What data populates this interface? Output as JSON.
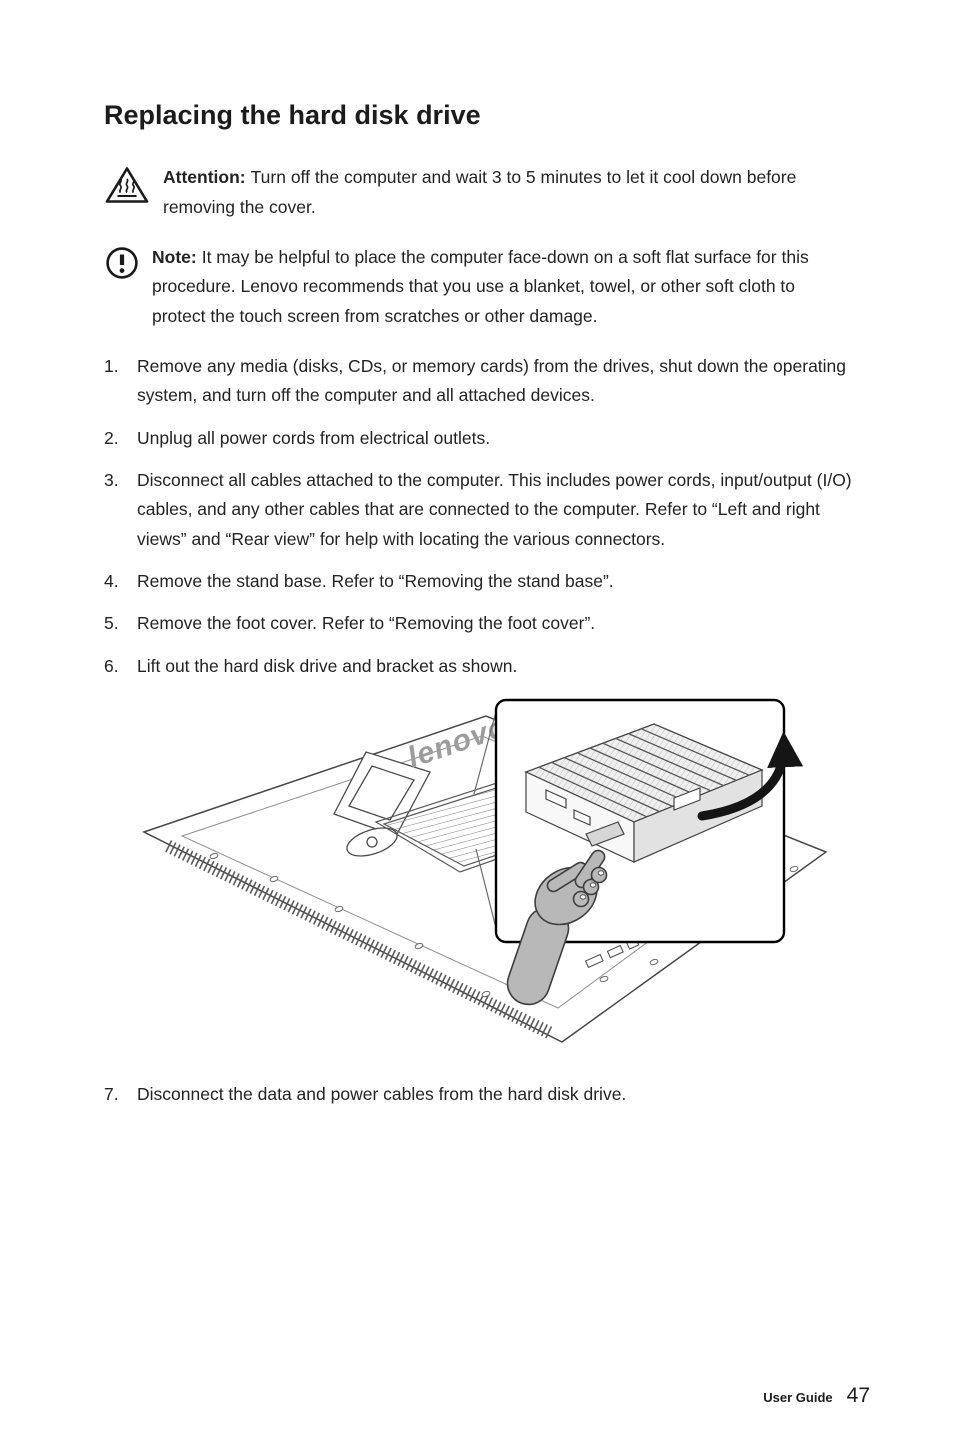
{
  "page": {
    "title": "Replacing the hard disk drive",
    "attention": {
      "label": "Attention:",
      "text": "Turn off the computer and wait 3 to 5 minutes to let it cool down before removing the cover."
    },
    "note": {
      "label": "Note:",
      "text": "It may be helpful to place the computer face-down on a soft flat surface for this procedure. Lenovo recommends that you use a blanket, towel, or other soft cloth to protect the touch screen from scratches or other damage."
    },
    "steps": [
      {
        "num": "1.",
        "text": "Remove any media (disks, CDs, or memory cards) from the drives, shut down the operating system, and turn off the computer and all attached devices."
      },
      {
        "num": "2.",
        "text": "Unplug all power cords from electrical outlets."
      },
      {
        "num": "3.",
        "text": "Disconnect all cables attached to the computer. This includes power cords, input/output (I/O) cables, and any other cables that are connected to the computer. Refer to “Left and right views” and “Rear view” for help with locating the various connectors."
      },
      {
        "num": "4.",
        "text": "Remove the stand base. Refer to “Removing the stand base”."
      },
      {
        "num": "5.",
        "text": "Remove the foot cover. Refer to “Removing the foot cover”."
      },
      {
        "num": "6.",
        "text": "Lift out the hard disk drive and bracket as shown."
      },
      {
        "num": "7.",
        "text": "Disconnect the data and power cables from the hard disk drive."
      }
    ],
    "figure": {
      "brand_text": "lenovo"
    },
    "footer": {
      "label": "User Guide",
      "page_number": "47"
    }
  }
}
